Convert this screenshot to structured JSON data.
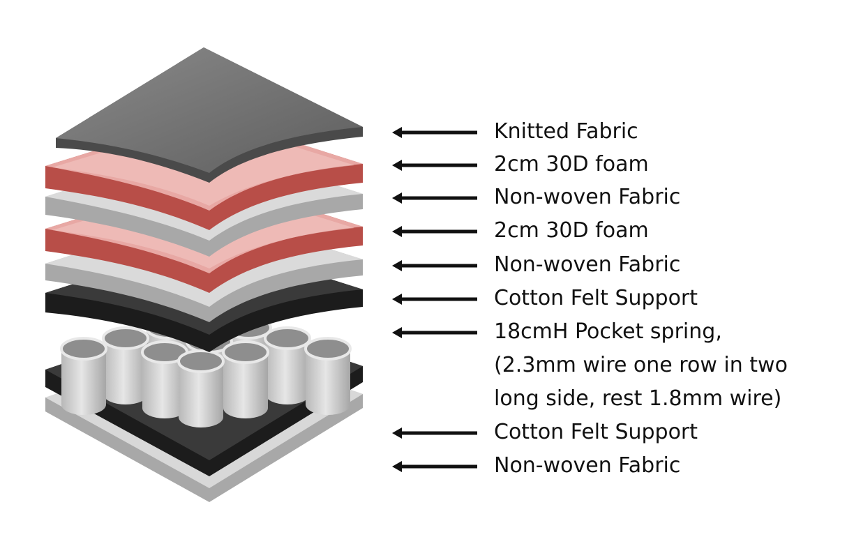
{
  "colors": {
    "background": "#ffffff",
    "knitted_fabric": "#707070",
    "foam_top": "#e8a8a4",
    "foam_side": "#b84e48",
    "non_woven_top": "#dadada",
    "non_woven_side": "#a8a8a8",
    "felt_top": "#3a3a3a",
    "felt_side": "#1c1c1c",
    "spring": "#d4d4d4",
    "arrow": "#111111",
    "text": "#111111"
  },
  "layers": [
    {
      "label": "Knitted Fabric"
    },
    {
      "label": "2cm 30D foam"
    },
    {
      "label": "Non-woven Fabric"
    },
    {
      "label": "2cm 30D foam"
    },
    {
      "label": "Non-woven Fabric"
    },
    {
      "label": "Cotton Felt Support"
    },
    {
      "label": "18cmH Pocket spring,",
      "continuation": [
        "(2.3mm wire one row in two",
        "long side, rest 1.8mm wire)"
      ]
    },
    {
      "label": "Cotton Felt Support"
    },
    {
      "label": "Non-woven Fabric"
    }
  ]
}
